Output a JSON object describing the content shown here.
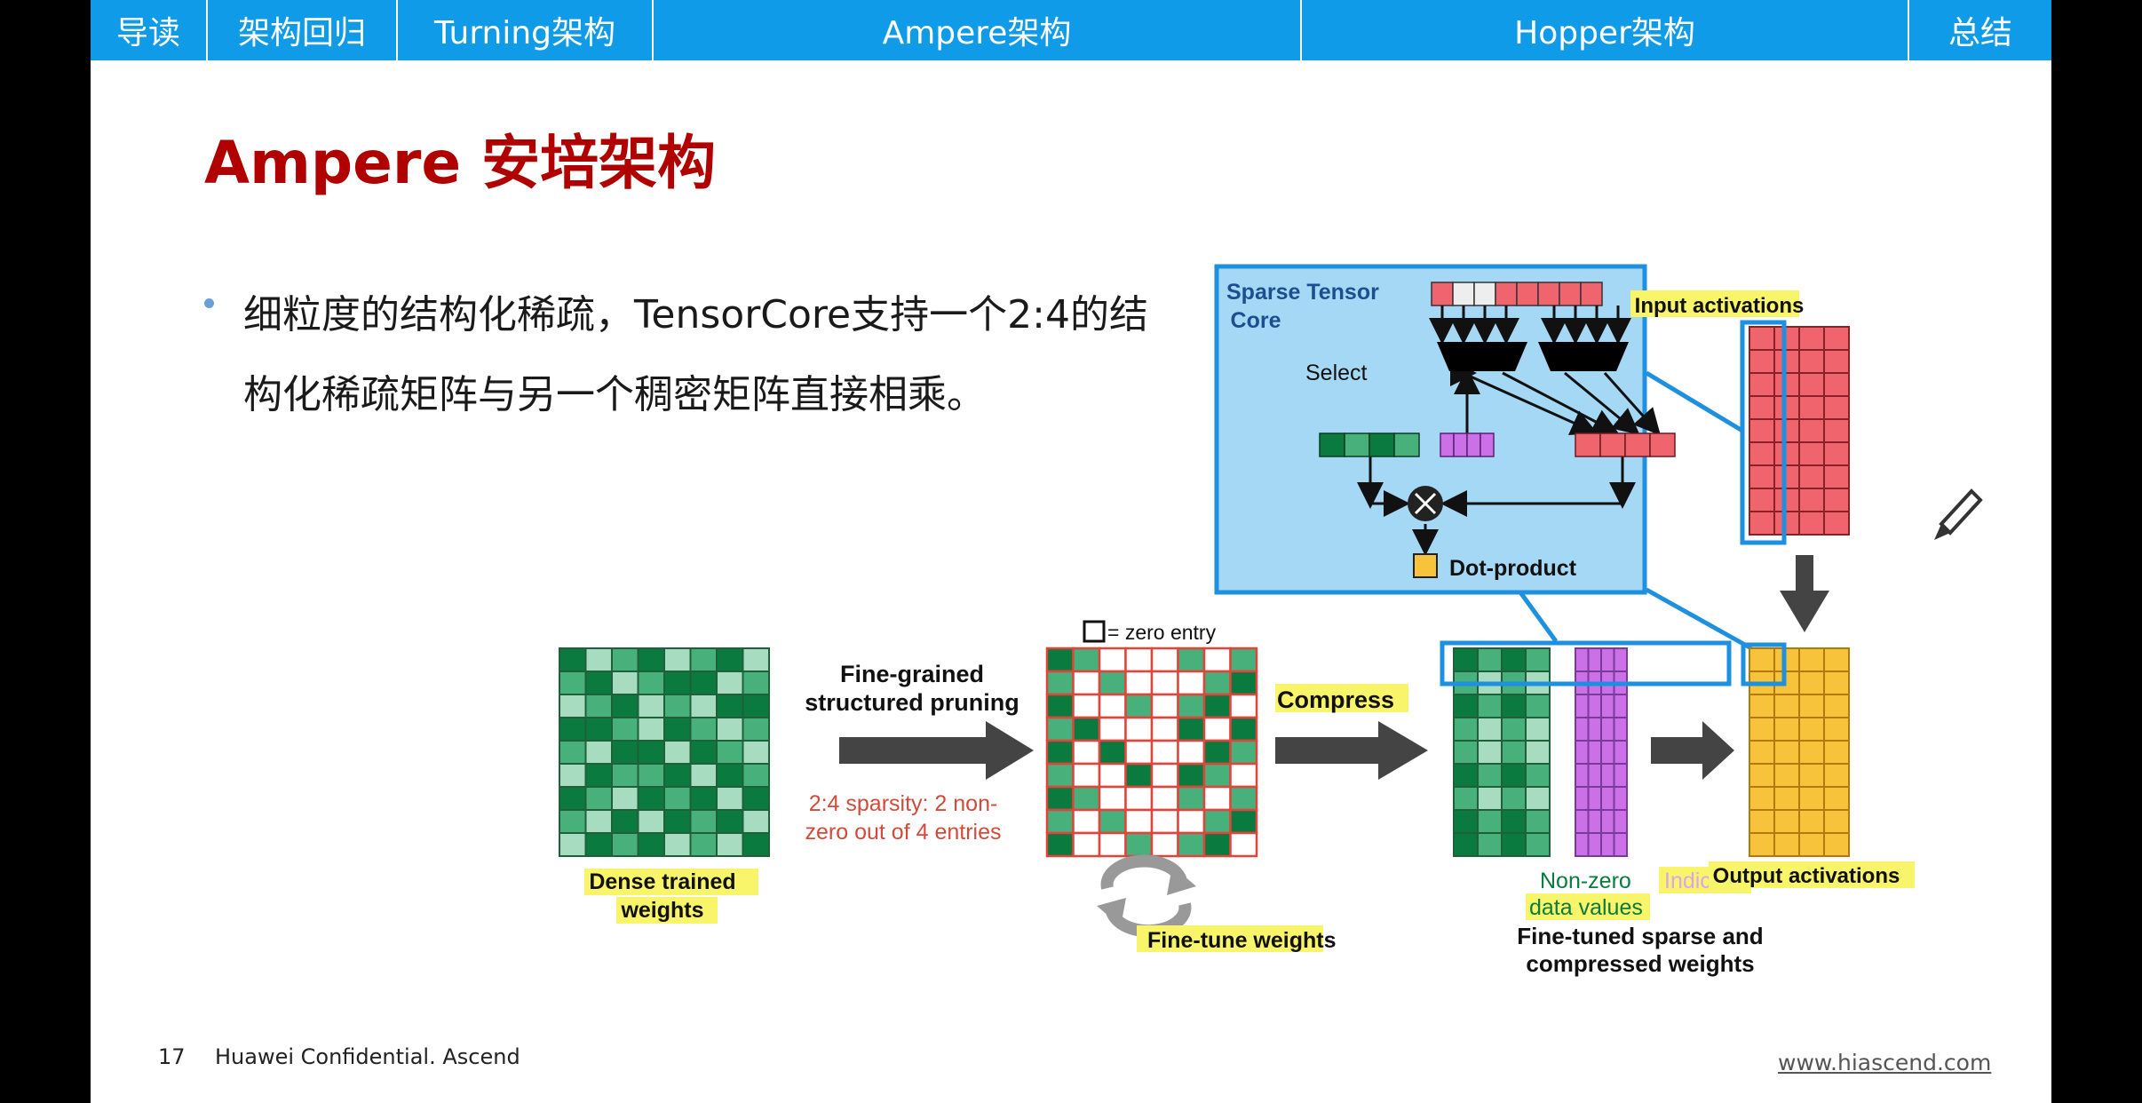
{
  "nav": {
    "tabs": [
      {
        "label": "导读"
      },
      {
        "label": "架构回归"
      },
      {
        "label": "Turning架构"
      },
      {
        "label": "Ampere架构"
      },
      {
        "label": "Hopper架构"
      },
      {
        "label": "总结"
      }
    ]
  },
  "slide": {
    "title": "Ampere 安培架构",
    "bullet": "细粒度的结构化稀疏，TensorCore支持一个2:4的结构化稀疏矩阵与另一个稠密矩阵直接相乘。"
  },
  "figure": {
    "tensor_core_title_1": "Sparse Tensor",
    "tensor_core_title_2": "Core",
    "select_label": "Select",
    "dot_product_label": "Dot-product",
    "input_activations": "Input activations",
    "zero_entry_label": "= zero entry",
    "pruning_label_1": "Fine-grained",
    "pruning_label_2": "structured pruning",
    "sparsity_note_1": "2:4 sparsity: 2 non-",
    "sparsity_note_2": "zero out of 4 entries",
    "dense_label_1": "Dense trained",
    "dense_label_2": "weights",
    "finetune_label": "Fine-tune weights",
    "compress_label": "Compress",
    "nonzero_label_1": "Non-zero",
    "nonzero_label_2": "data values",
    "indices_label": "Indices",
    "compressed_label_1": "Fine-tuned sparse and",
    "compressed_label_2": "compressed weights",
    "output_activations": "Output activations",
    "colors": {
      "dark_green": "#0b7a3e",
      "mid_green": "#48b07a",
      "light_green": "#a8dcc0",
      "red": "#f0646e",
      "purple": "#cc70e8",
      "orange": "#f7c33a",
      "panel_blue": "#a5d8f5",
      "outline_blue": "#1e90e0",
      "highlight_yellow": "#f8f56a",
      "arrow_gray": "#444444"
    }
  },
  "footer": {
    "page": "17",
    "confidential": "Huawei Confidential. Ascend",
    "url": "www.hiascend.com"
  }
}
